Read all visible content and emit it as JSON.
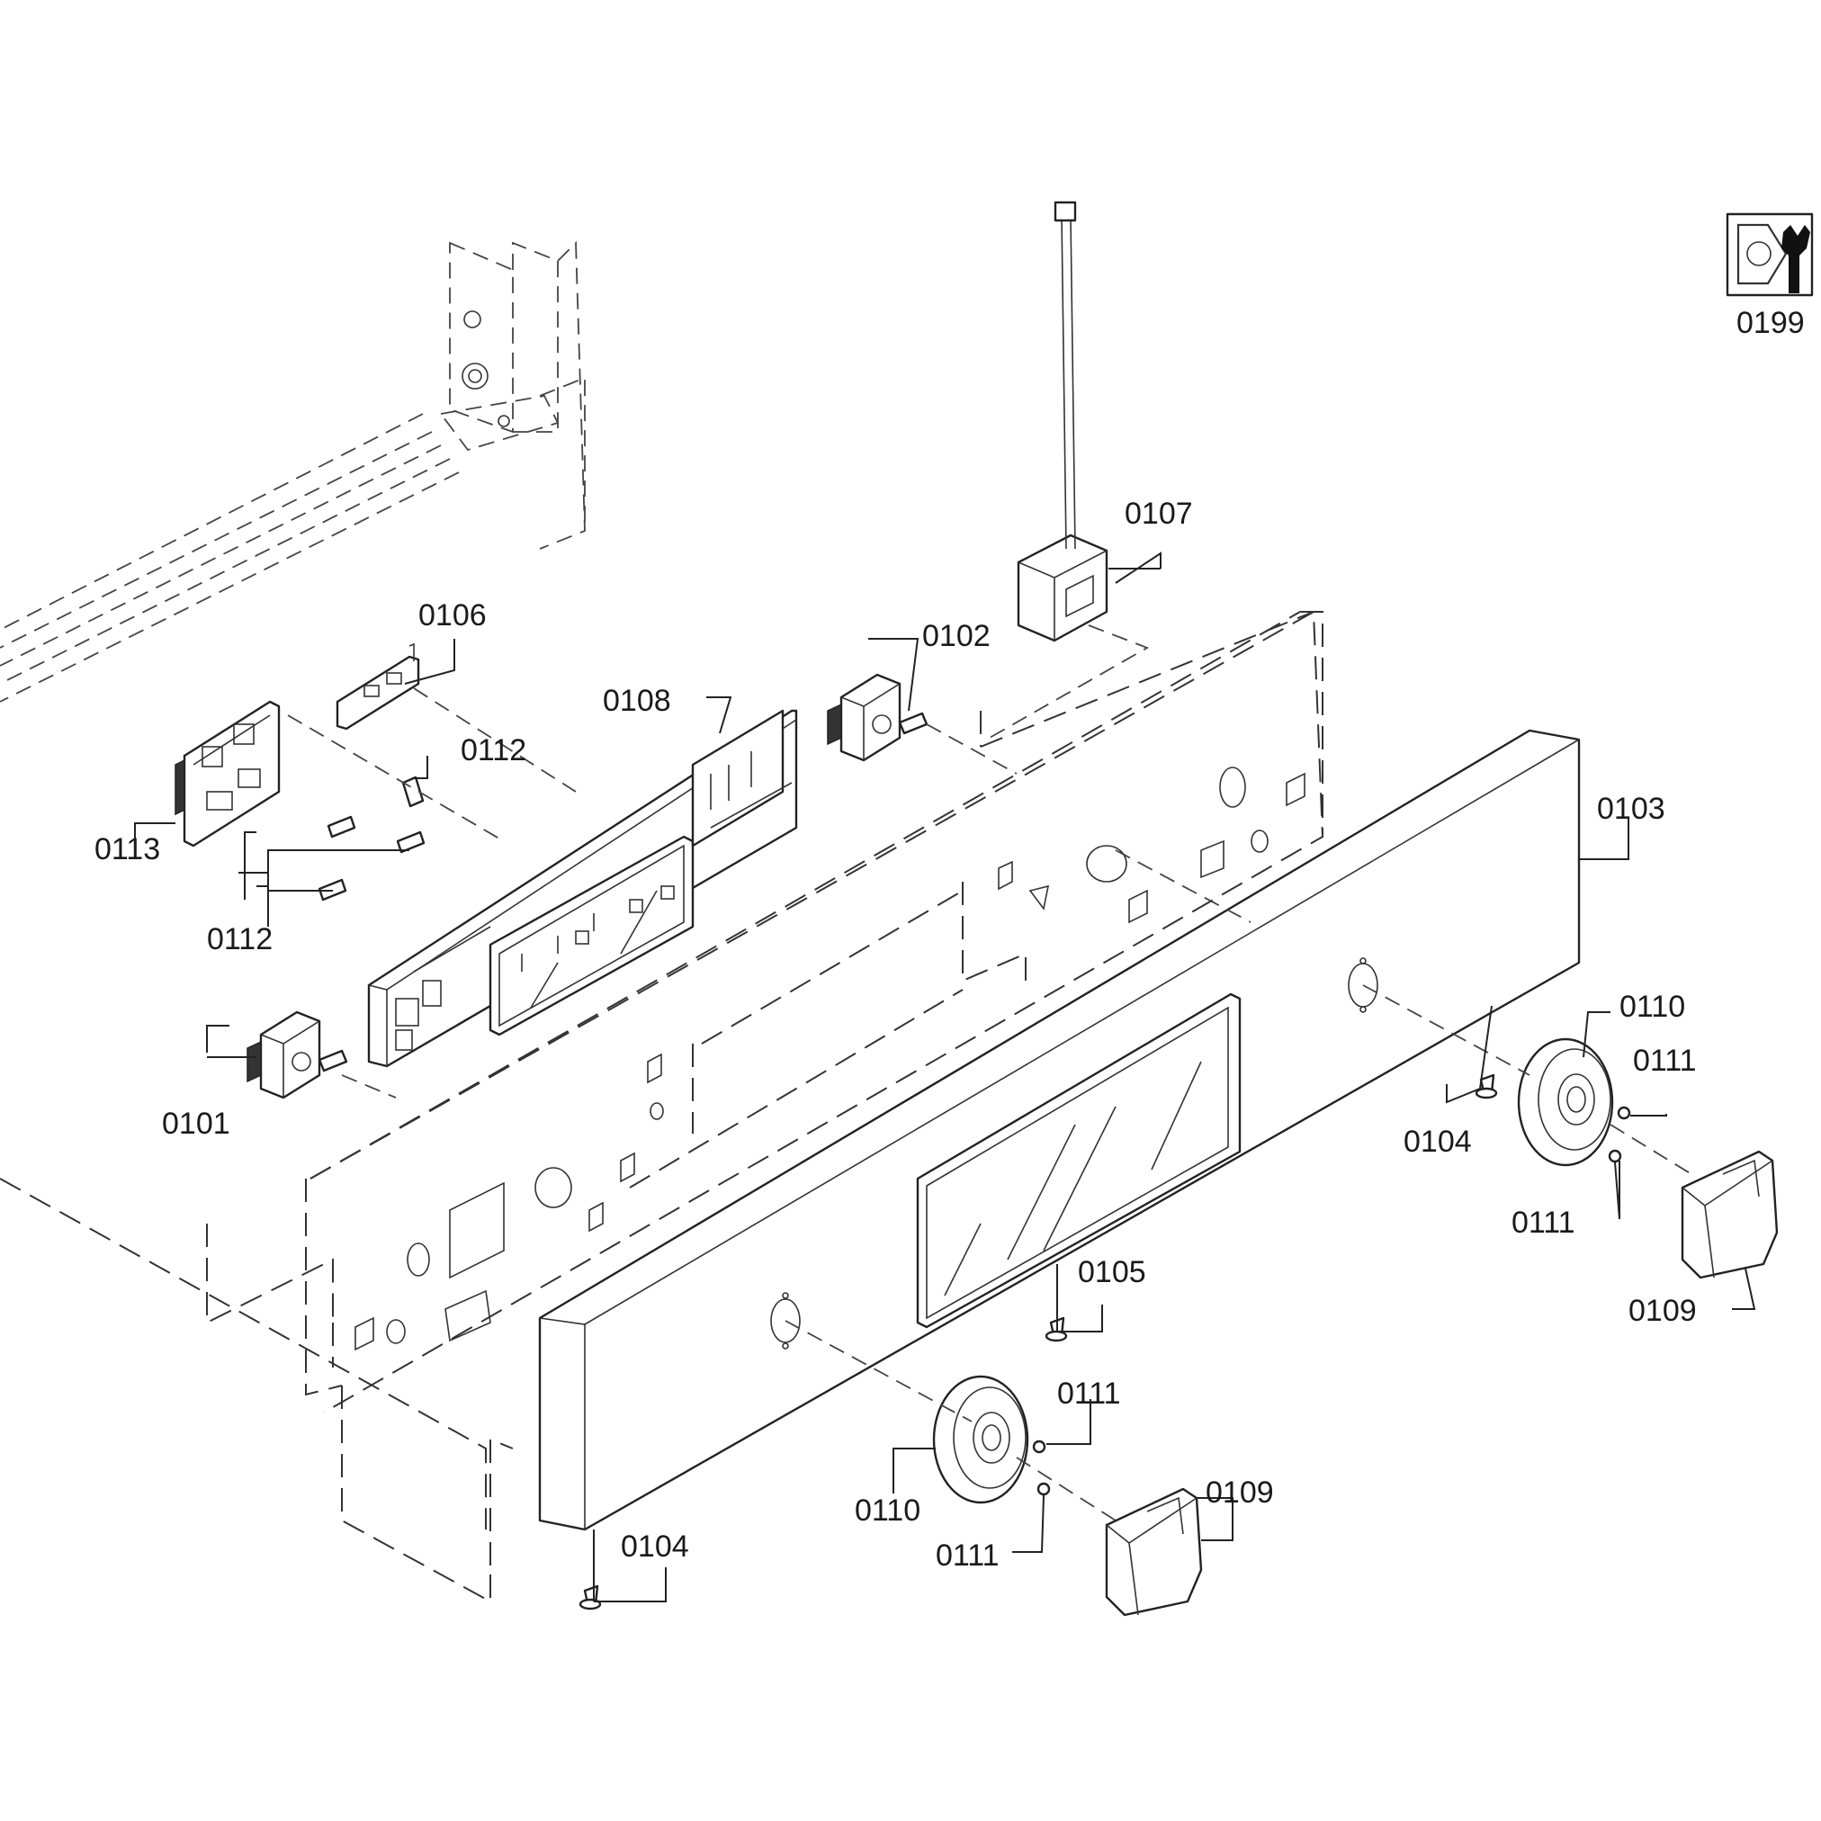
{
  "labels": {
    "p0101": "0101",
    "p0102": "0102",
    "p0103": "0103",
    "p0104a": "0104",
    "p0104b": "0104",
    "p0105": "0105",
    "p0106": "0106",
    "p0107": "0107",
    "p0108": "0108",
    "p0109a": "0109",
    "p0109b": "0109",
    "p0110a": "0110",
    "p0110b": "0110",
    "p0111a": "0111",
    "p0111b": "0111",
    "p0111c": "0111",
    "p0111d": "0111",
    "p0112a": "0112",
    "p0112b": "0112",
    "p0113": "0113",
    "p0199": "0199"
  },
  "icons": {
    "tools": "nut-and-wrench-icon"
  },
  "colors": {
    "line": "#222222",
    "background": "#ffffff"
  }
}
